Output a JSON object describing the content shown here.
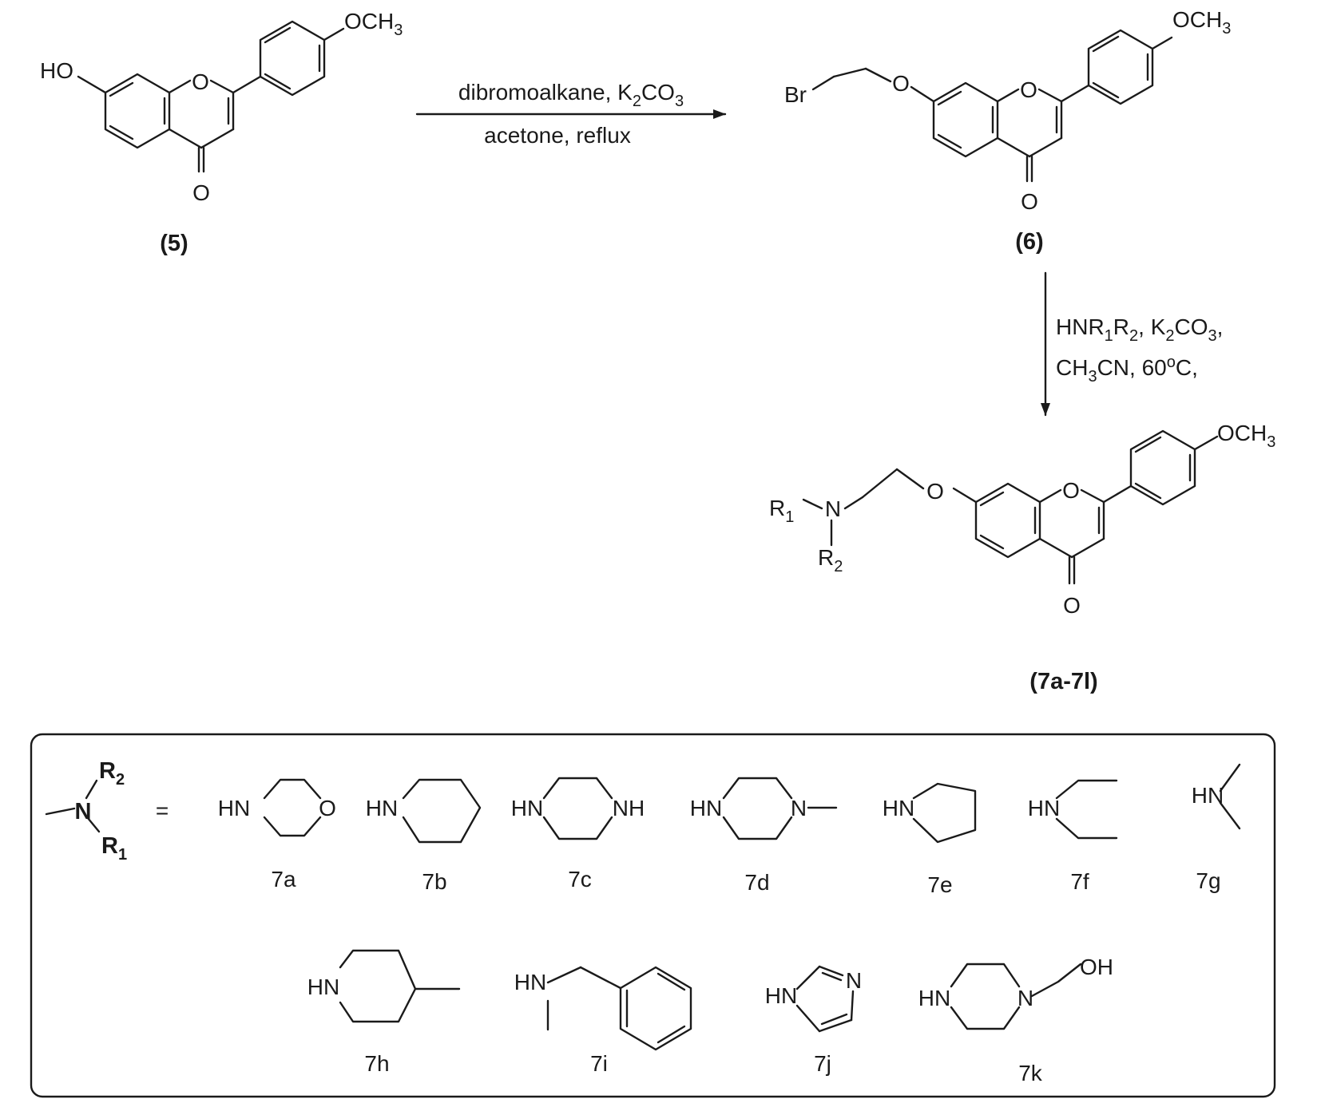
{
  "scheme": {
    "compound_5": {
      "label": "(5)",
      "atoms": {
        "ho": "HO",
        "ring_o": "O",
        "carbonyl_o": "O",
        "methoxy": "OCH",
        "methoxy_sub": "3"
      }
    },
    "compound_6": {
      "label": "(6)",
      "atoms": {
        "br": "Br",
        "ether_o": "O",
        "ring_o": "O",
        "carbonyl_o": "O",
        "methoxy": "OCH",
        "methoxy_sub": "3"
      }
    },
    "compound_7": {
      "label": "(7a-7l)",
      "atoms": {
        "r1": "R",
        "r1_sub": "1",
        "n": "N",
        "r2": "R",
        "r2_sub": "2",
        "ether_o": "O",
        "ring_o": "O",
        "carbonyl_o": "O",
        "methoxy": "OCH",
        "methoxy_sub": "3"
      }
    },
    "step1": {
      "conditions_line1": [
        "dibromoalkane, K",
        "2",
        "CO",
        "3"
      ],
      "conditions_line2": "acetone, reflux"
    },
    "step2": {
      "conditions_line1": [
        "HNR",
        "1",
        "R",
        "2",
        ", K",
        "2",
        "CO",
        "3",
        ","
      ],
      "conditions_line2": [
        "CH",
        "3",
        "CN, 60",
        "o",
        "C,"
      ]
    },
    "amine_box": {
      "generic": {
        "r2": "R",
        "r2_sub": "2",
        "n": "N",
        "r1": "R",
        "r1_sub": "1",
        "equals": "="
      },
      "hn": "HN",
      "nh": "NH",
      "n": "N",
      "o": "O",
      "oh": "OH",
      "labels": [
        "7a",
        "7b",
        "7c",
        "7d",
        "7e",
        "7f",
        "7g",
        "7h",
        "7i",
        "7j",
        "7k"
      ]
    }
  }
}
